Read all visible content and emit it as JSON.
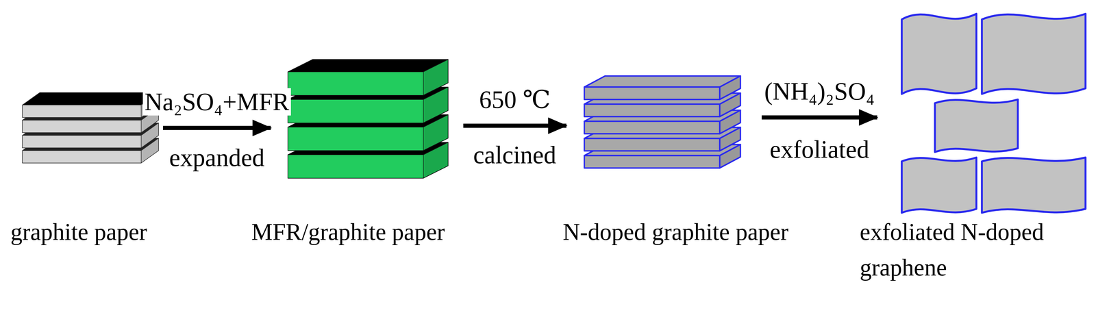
{
  "diagram": {
    "nodes": [
      {
        "text": [
          "graphite paper"
        ]
      },
      {
        "text": [
          "MFR/graphite paper"
        ]
      },
      {
        "text": [
          "N-doped graphite paper"
        ]
      },
      {
        "text": [
          "exfoliated N-doped graphene"
        ]
      }
    ],
    "edges": [
      {
        "from": 0,
        "to": 1,
        "arrow": "to",
        "label": "Na₂SO₄+MFR"
      },
      {
        "from": 1,
        "to": 2,
        "arrow": "to",
        "label": "650 ℃"
      },
      {
        "from": 2,
        "to": 3,
        "arrow": "to",
        "label": "(NH₄)₂SO₄"
      }
    ],
    "labels": [
      "expanded",
      "calcined",
      "exfoliated"
    ]
  }
}
